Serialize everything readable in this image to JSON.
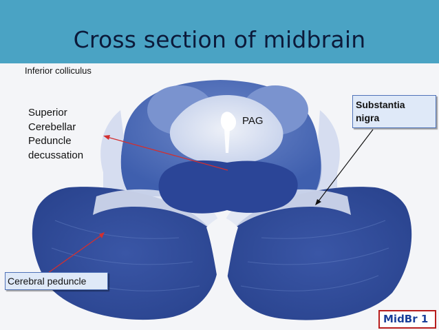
{
  "slide": {
    "title": "Cross section of midbrain"
  },
  "labels": {
    "inferior_colliculus": "Inferior colliculus",
    "superior_cerebellar_lines": [
      "Superior",
      "Cerebellar",
      "Peduncle",
      "decussation"
    ],
    "pag": "PAG",
    "substantia_nigra_lines": [
      "Substantia",
      "nigra"
    ],
    "cerebral_peduncle": "Cerebral peduncle"
  },
  "badge": {
    "text": "MidBr 1"
  },
  "colors": {
    "header": "#4aa3c4",
    "stain_dark": "#2c4699",
    "stain_mid": "#5a78c2",
    "stain_light": "#b7c6e6",
    "arrow_red": "#d32f2f",
    "arrow_black": "#111111"
  }
}
